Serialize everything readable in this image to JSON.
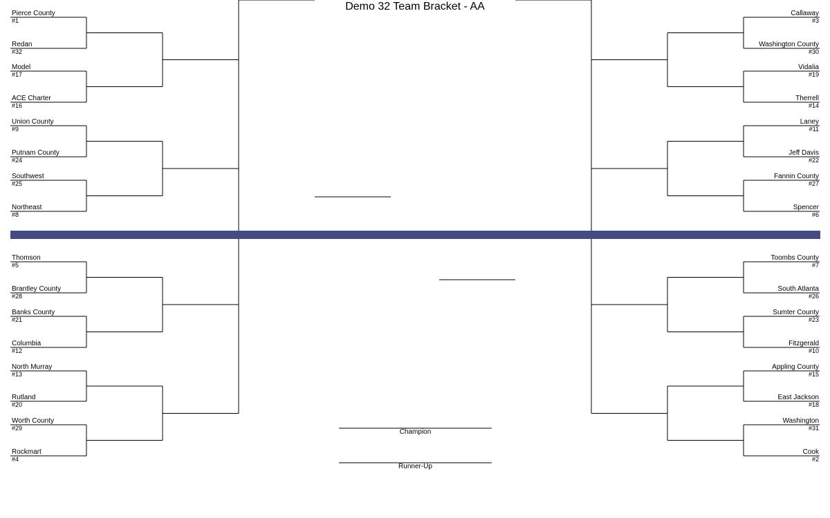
{
  "title": "Demo 32 Team Bracket - AA",
  "champion_label": "Champion",
  "runner_up_label": "Runner-Up",
  "divider_color": "#454a82",
  "line_color": "#000000",
  "teams": {
    "top_left": [
      {
        "name": "Pierce County",
        "seed": "#1"
      },
      {
        "name": "Redan",
        "seed": "#32"
      },
      {
        "name": "Model",
        "seed": "#17"
      },
      {
        "name": "ACE Charter",
        "seed": "#16"
      },
      {
        "name": "Union County",
        "seed": "#9"
      },
      {
        "name": "Putnam County",
        "seed": "#24"
      },
      {
        "name": "Southwest",
        "seed": "#25"
      },
      {
        "name": "Northeast",
        "seed": "#8"
      }
    ],
    "bottom_left": [
      {
        "name": "Thomson",
        "seed": "#5"
      },
      {
        "name": "Brantley County",
        "seed": "#28"
      },
      {
        "name": "Banks County",
        "seed": "#21"
      },
      {
        "name": "Columbia",
        "seed": "#12"
      },
      {
        "name": "North Murray",
        "seed": "#13"
      },
      {
        "name": "Rutland",
        "seed": "#20"
      },
      {
        "name": "Worth County",
        "seed": "#29"
      },
      {
        "name": "Rockmart",
        "seed": "#4"
      }
    ],
    "top_right": [
      {
        "name": "Callaway",
        "seed": "#3"
      },
      {
        "name": "Washington County",
        "seed": "#30"
      },
      {
        "name": "Vidalia",
        "seed": "#19"
      },
      {
        "name": "Therrell",
        "seed": "#14"
      },
      {
        "name": "Laney",
        "seed": "#11"
      },
      {
        "name": "Jeff Davis",
        "seed": "#22"
      },
      {
        "name": "Fannin County",
        "seed": "#27"
      },
      {
        "name": "Spencer",
        "seed": "#6"
      }
    ],
    "bottom_right": [
      {
        "name": "Toombs County",
        "seed": "#7"
      },
      {
        "name": "South Atlanta",
        "seed": "#26"
      },
      {
        "name": "Sumter County",
        "seed": "#23"
      },
      {
        "name": "Fitzgerald",
        "seed": "#10"
      },
      {
        "name": "Appling County",
        "seed": "#15"
      },
      {
        "name": "East Jackson",
        "seed": "#18"
      },
      {
        "name": "Washington",
        "seed": "#31"
      },
      {
        "name": "Cook",
        "seed": "#2"
      }
    ]
  }
}
